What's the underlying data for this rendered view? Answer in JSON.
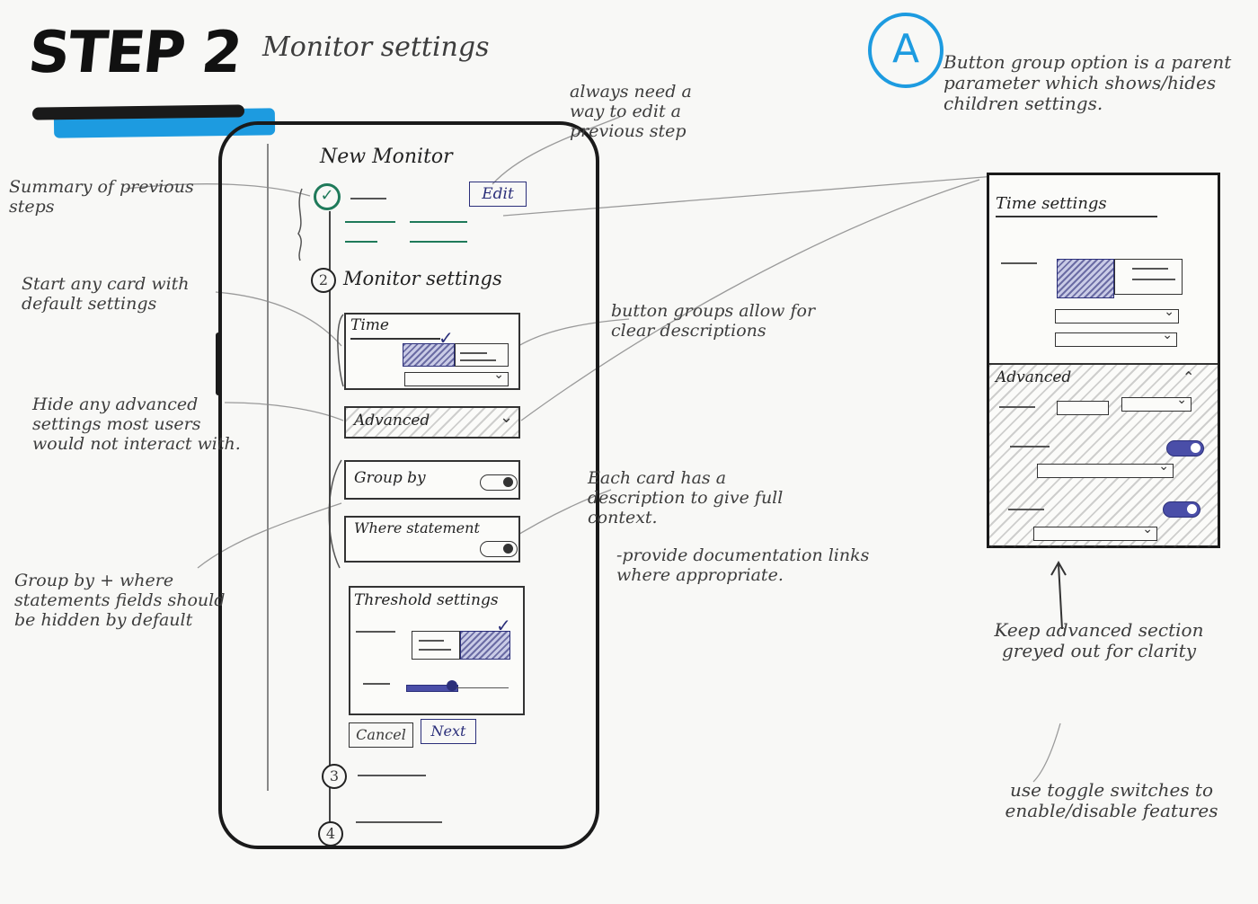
{
  "header": {
    "step": "STEP 2",
    "subtitle": "Monitor settings"
  },
  "colors": {
    "ink": "#1a1a1a",
    "blue_marker": "#1d9be0",
    "blue_ink": "#2b2f7a",
    "green_ink": "#1f7a5a",
    "paper": "#f8f8f6"
  },
  "phone": {
    "title": "New Monitor",
    "edit_label": "Edit",
    "step2_number": "2",
    "step2_label": "Monitor settings",
    "time_card_title": "Time",
    "advanced_label": "Advanced",
    "group_by_label": "Group by",
    "where_label": "Where statement",
    "threshold_title": "Threshold settings",
    "cancel_label": "Cancel",
    "next_label": "Next",
    "step3_number": "3",
    "step4_number": "4"
  },
  "annotations": {
    "summary": "Summary of previous steps",
    "edit_note": "always need a way to edit a previous step",
    "default_settings": "Start any card with default settings",
    "button_groups": "button groups allow for clear descriptions",
    "hide_advanced": "Hide any advanced settings most users would not interact with.",
    "each_card": "Each card has a description to give full context.",
    "documentation": "-provide documentation links where appropriate.",
    "group_by_note": "Group by + where statements fields should be hidden by default",
    "button_group_option": "Button group option is a parent parameter which shows/hides children settings.",
    "keep_advanced": "Keep advanced section greyed out for clarity",
    "toggle_note": "use toggle switches to enable/disable features"
  },
  "panel_a": {
    "badge": "A",
    "title": "Time settings",
    "advanced_label": "Advanced",
    "collapse_icon": "chevron-up-icon"
  }
}
